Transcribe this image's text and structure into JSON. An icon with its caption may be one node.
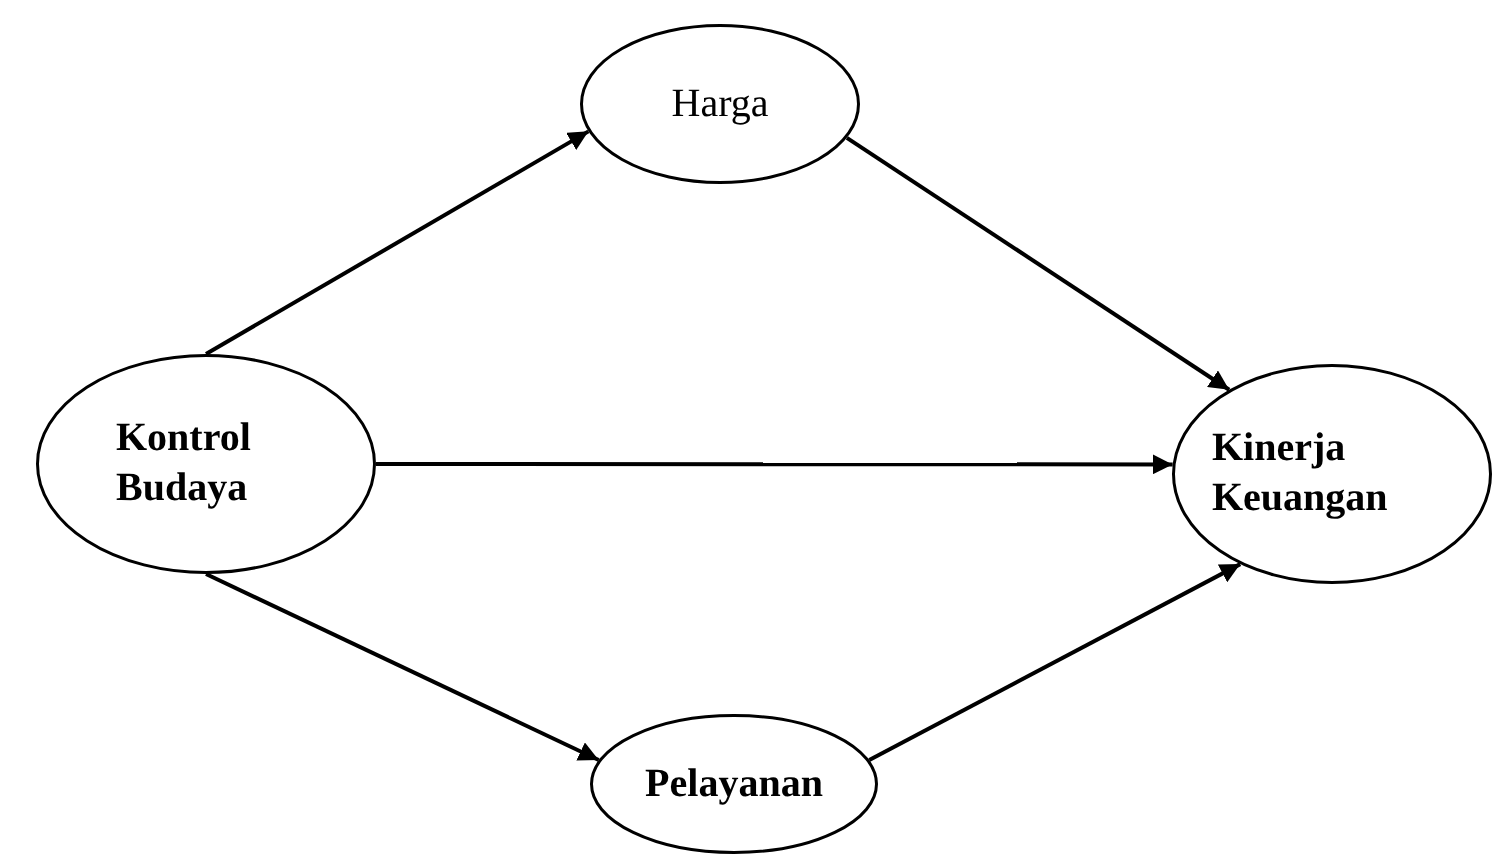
{
  "diagram": {
    "nodes": [
      {
        "text": [
          "Kontrol Budaya"
        ]
      },
      {
        "text": [
          "Harga"
        ]
      },
      {
        "text": [
          "Kinerja Keuangan"
        ]
      },
      {
        "text": [
          "Pelayanan"
        ]
      }
    ],
    "edges": [
      {
        "from": 0,
        "to": 1,
        "arrow": "to"
      },
      {
        "from": 1,
        "to": 2,
        "arrow": "to"
      },
      {
        "from": 0,
        "to": 2,
        "arrow": "to"
      },
      {
        "from": 0,
        "to": 3,
        "arrow": "to"
      },
      {
        "from": 3,
        "to": 2,
        "arrow": "to"
      }
    ]
  }
}
